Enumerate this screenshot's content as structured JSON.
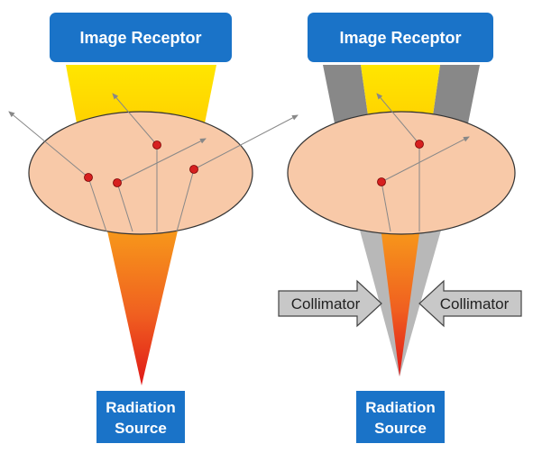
{
  "colors": {
    "box_blue": "#1a73c8",
    "ellipse_fill": "#f8c9a8",
    "ellipse_stroke": "#333333",
    "receptor_yellow": "#ffe600",
    "collimator_gray": "#888888",
    "beam_gray": "#b8b8b8",
    "arrow_gray": "#888888",
    "dot_red": "#d62020"
  },
  "left_panel": {
    "receptor_label": "Image Receptor",
    "source_label_line1": "Radiation",
    "source_label_line2": "Source"
  },
  "right_panel": {
    "receptor_label": "Image Receptor",
    "source_label_line1": "Radiation",
    "source_label_line2": "Source",
    "collimator_left_label": "Collimator",
    "collimator_right_label": "Collimator"
  }
}
